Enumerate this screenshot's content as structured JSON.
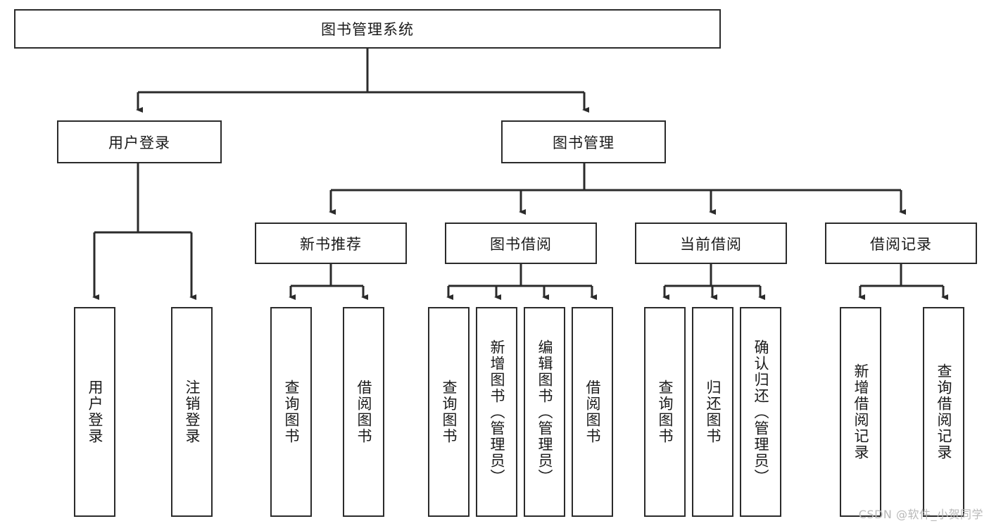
{
  "diagram": {
    "title": "图书管理系统",
    "type": "hierarchy-tree",
    "watermark": "CSDN @软件_小贺同学",
    "colors": {
      "box_border": "#2b2b2b",
      "box_fill": "#ffffff",
      "connector": "#2b2b2b",
      "text": "#1a1a1a",
      "watermark": "#b9b9b9",
      "background": "#ffffff"
    },
    "levels": {
      "level1": [
        {
          "id": "root",
          "label": "图书管理系统",
          "orientation": "horizontal"
        }
      ],
      "level2": [
        {
          "id": "user-login",
          "label": "用户登录",
          "orientation": "horizontal"
        },
        {
          "id": "book-manage",
          "label": "图书管理",
          "orientation": "horizontal"
        }
      ],
      "level3": [
        {
          "id": "new-book-rec",
          "label": "新书推荐",
          "orientation": "horizontal",
          "parent": "book-manage"
        },
        {
          "id": "book-borrow",
          "label": "图书借阅",
          "orientation": "horizontal",
          "parent": "book-manage"
        },
        {
          "id": "current-borrow",
          "label": "当前借阅",
          "orientation": "horizontal",
          "parent": "book-manage"
        },
        {
          "id": "borrow-record",
          "label": "借阅记录",
          "orientation": "horizontal",
          "parent": "book-manage"
        }
      ],
      "level4": [
        {
          "id": "leaf-user-login",
          "label": "用户登录",
          "orientation": "vertical",
          "parent": "user-login"
        },
        {
          "id": "leaf-logout",
          "label": "注销登录",
          "orientation": "vertical",
          "parent": "user-login"
        },
        {
          "id": "leaf-query-book-1",
          "label": "查询图书",
          "orientation": "vertical",
          "parent": "new-book-rec"
        },
        {
          "id": "leaf-borrow-book-1",
          "label": "借阅图书",
          "orientation": "vertical",
          "parent": "new-book-rec"
        },
        {
          "id": "leaf-query-book-2",
          "label": "查询图书",
          "orientation": "vertical",
          "parent": "book-borrow"
        },
        {
          "id": "leaf-add-book",
          "label": "新增图书（管理员）",
          "orientation": "vertical",
          "parent": "book-borrow"
        },
        {
          "id": "leaf-edit-book",
          "label": "编辑图书（管理员）",
          "orientation": "vertical",
          "parent": "book-borrow"
        },
        {
          "id": "leaf-borrow-book-2",
          "label": "借阅图书",
          "orientation": "vertical",
          "parent": "book-borrow"
        },
        {
          "id": "leaf-query-book-3",
          "label": "查询图书",
          "orientation": "vertical",
          "parent": "current-borrow"
        },
        {
          "id": "leaf-return-book",
          "label": "归还图书",
          "orientation": "vertical",
          "parent": "current-borrow"
        },
        {
          "id": "leaf-confirm-return",
          "label": "确认归还（管理员）",
          "orientation": "vertical",
          "parent": "current-borrow"
        },
        {
          "id": "leaf-add-record",
          "label": "新增借阅记录",
          "orientation": "vertical",
          "parent": "borrow-record"
        },
        {
          "id": "leaf-query-record",
          "label": "查询借阅记录",
          "orientation": "vertical",
          "parent": "borrow-record"
        }
      ]
    }
  }
}
